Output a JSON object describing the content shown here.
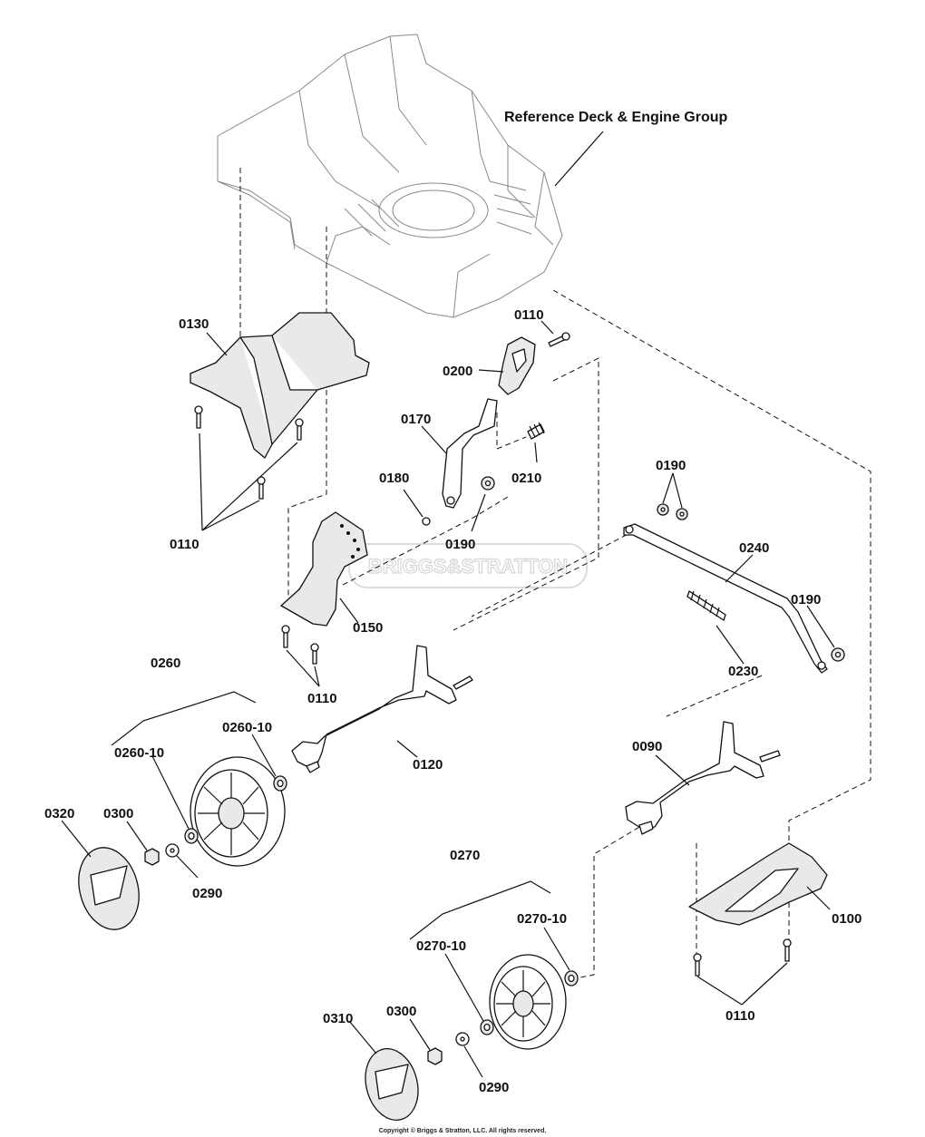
{
  "diagram": {
    "reference_label": "Reference Deck & Engine Group",
    "copyright": "Copyright © Briggs & Stratton, LLC. All rights reserved.",
    "watermark": "BRIGGS&STRATTON",
    "callouts": {
      "c0130": "0130",
      "c0110_top": "0110",
      "c0200": "0200",
      "c0170": "0170",
      "c0210": "0210",
      "c0180": "0180",
      "c0190_mid": "0190",
      "c0110_left": "0110",
      "c0150": "0150",
      "c0110_bracket": "0110",
      "c0190_pair": "0190",
      "c0240": "0240",
      "c0190_right": "0190",
      "c0230": "0230",
      "c0260": "0260",
      "c0260_10_upper": "0260-10",
      "c0260_10_lower": "0260-10",
      "c0120": "0120",
      "c0320": "0320",
      "c0300_upper": "0300",
      "c0290_upper": "0290",
      "c0090": "0090",
      "c0100": "0100",
      "c0270": "0270",
      "c0270_10_right": "0270-10",
      "c0270_10_left": "0270-10",
      "c0310": "0310",
      "c0300_lower": "0300",
      "c0290_lower": "0290",
      "c0110_bottom": "0110"
    }
  }
}
